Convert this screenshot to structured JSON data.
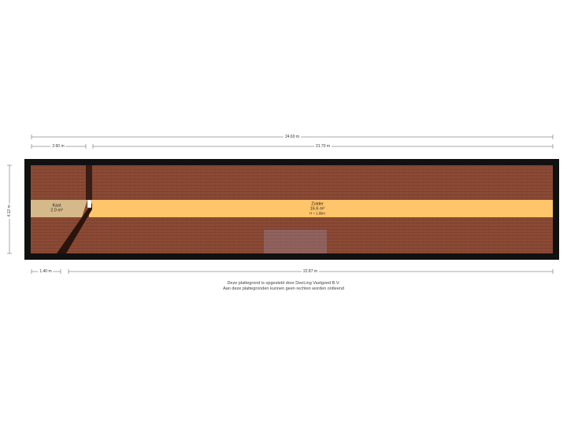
{
  "dimensions": {
    "total_width": "24.60 m",
    "left_top": "2.60 m",
    "right_top": "21.70 m",
    "height": "4.12 m",
    "left_bottom": "1.40 m",
    "right_bottom": "22.87 m"
  },
  "rooms": {
    "kast": {
      "name": "Kast",
      "area": "2.0 m²"
    },
    "zolder": {
      "name": "Zolder",
      "area": "16.6 m²",
      "height": "H = 1.65m"
    }
  },
  "footer": {
    "line1": "Deze plattegrond is opgesteld door DeeLing Vastgoed B.V.",
    "line2": "Aan deze plattegronden kunnen geen rechten worden ontleend"
  },
  "colors": {
    "wall": "#111111",
    "roof": "#8b4a35",
    "corridor": "#ffc56a",
    "kast": "#d6b98a",
    "dim_line": "#555555"
  }
}
